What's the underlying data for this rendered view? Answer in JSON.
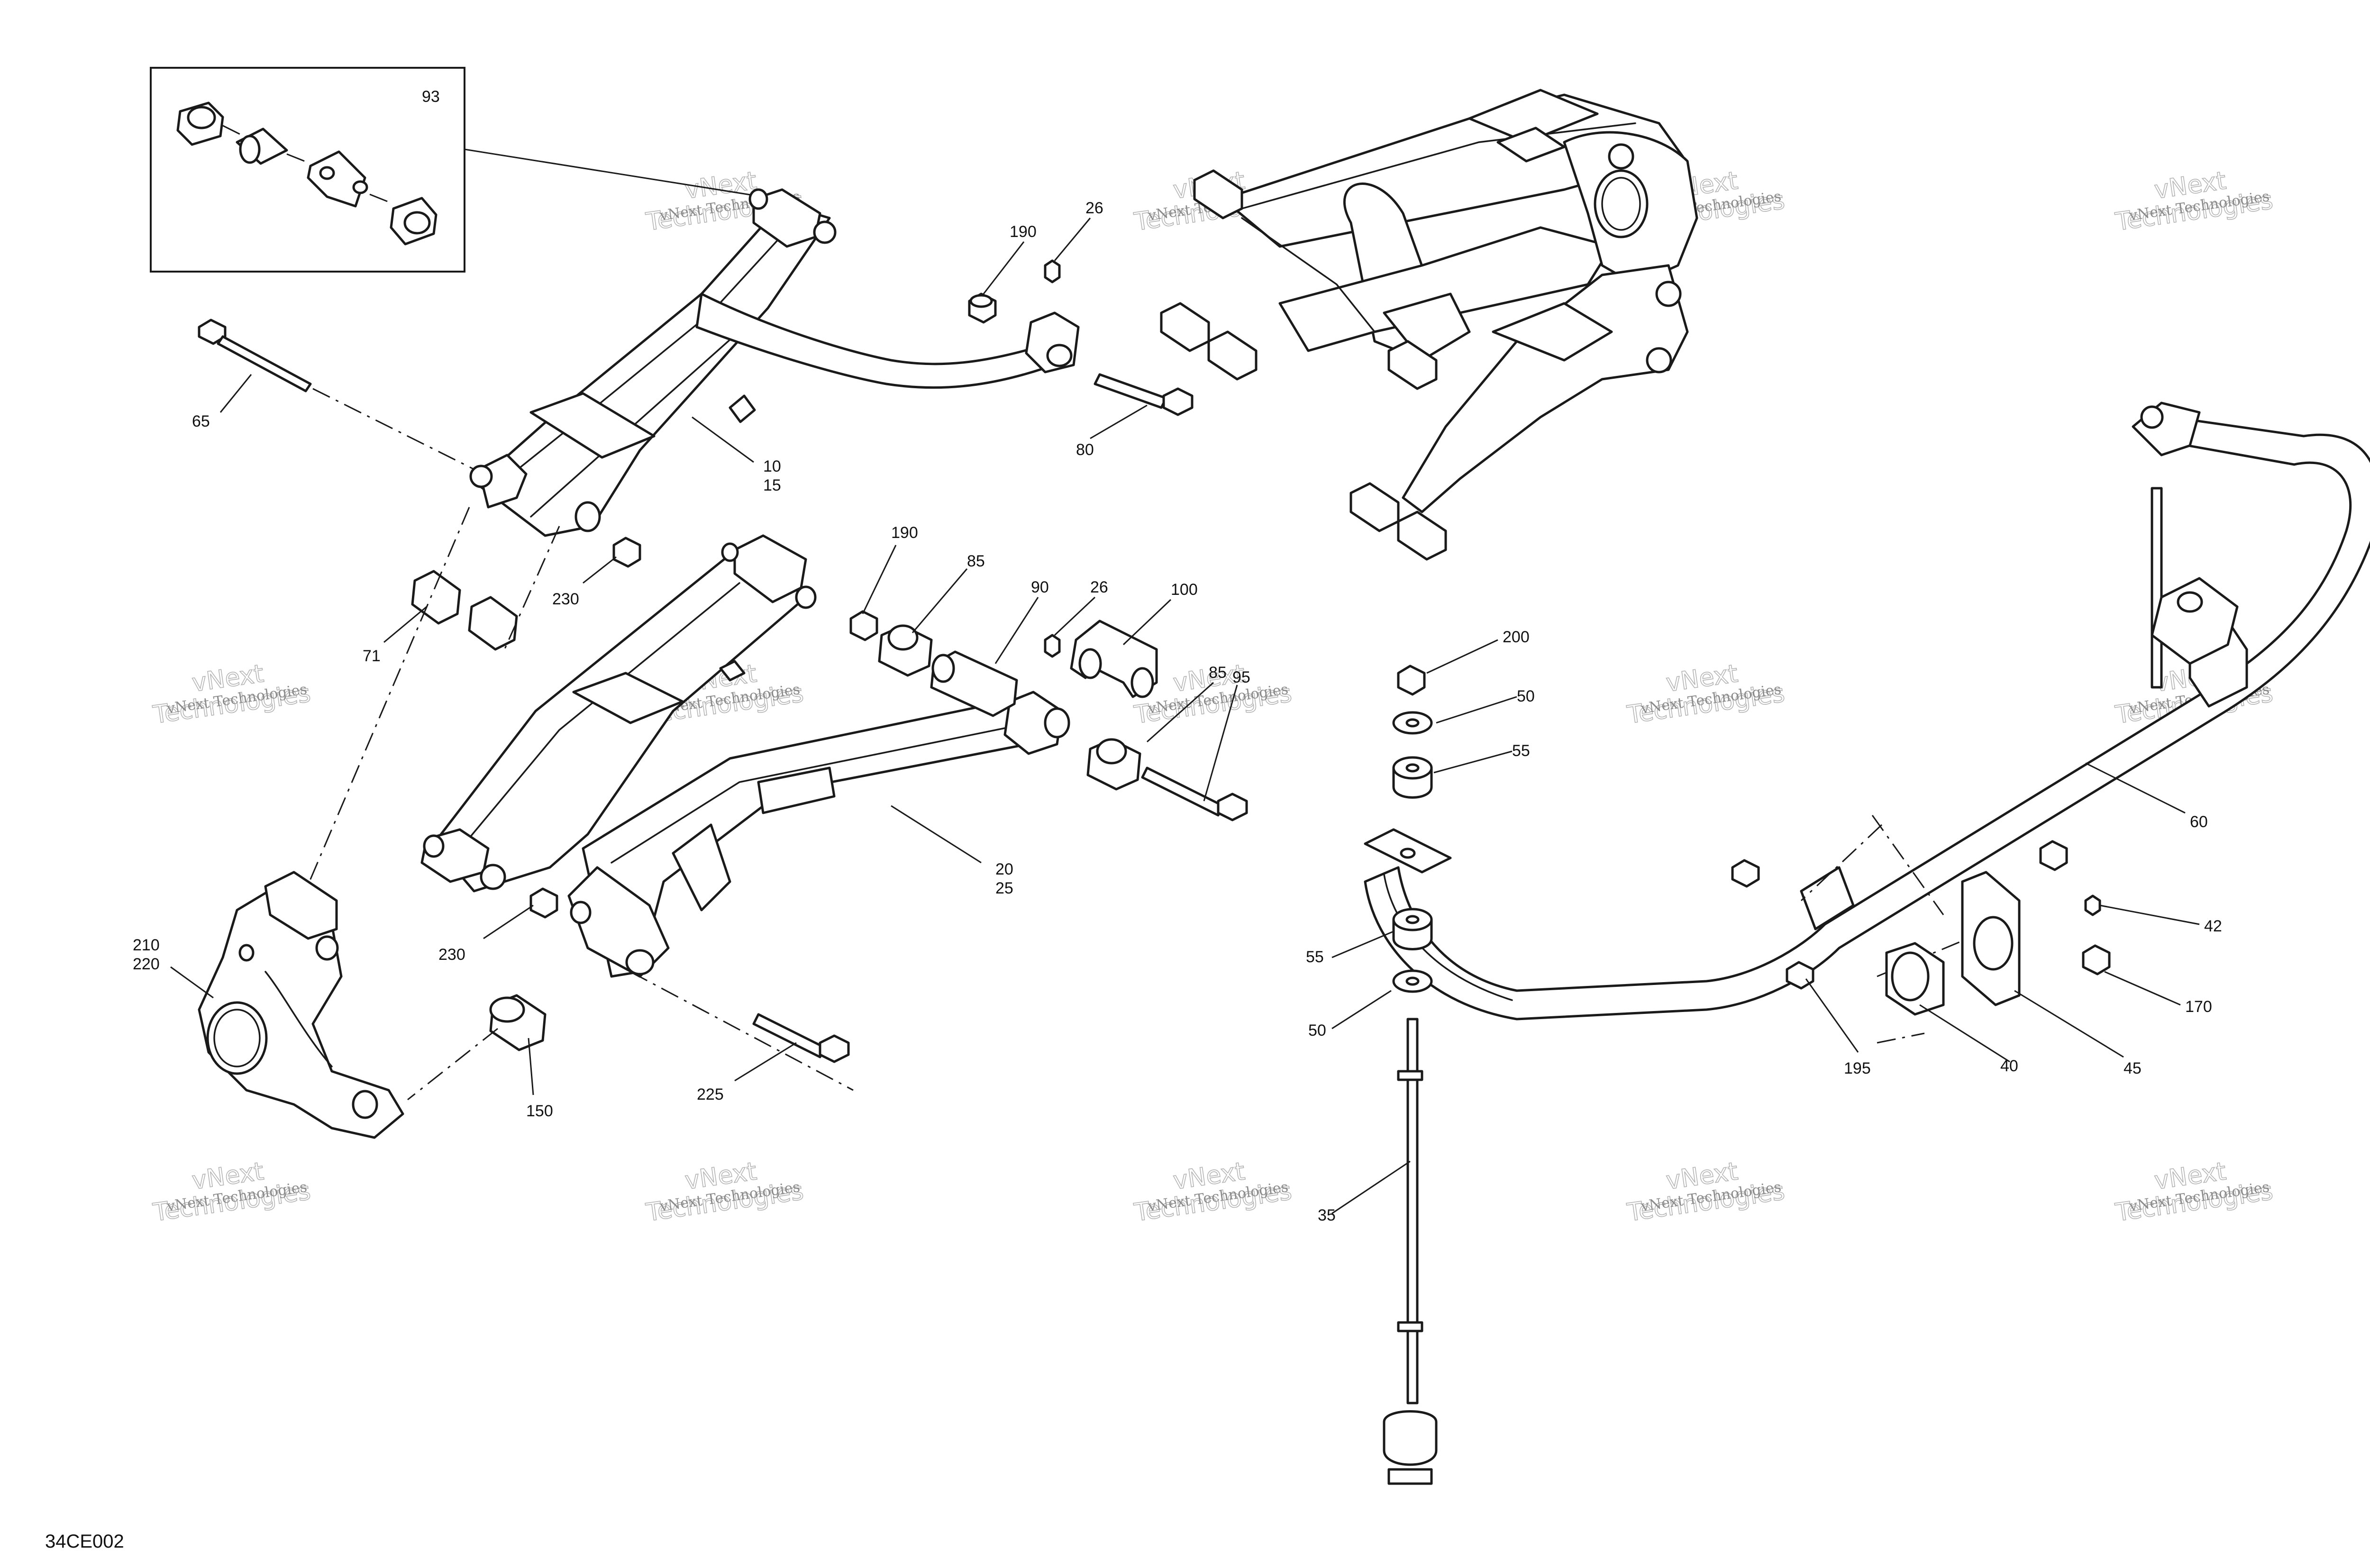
{
  "diagram": {
    "reference_code": "34CE002",
    "watermark": {
      "line1": "vNext Technologies",
      "line2": "vNext",
      "line3": "Technologies"
    },
    "callouts": [
      {
        "id": "c93",
        "label": "93"
      },
      {
        "id": "c190a",
        "label": "190"
      },
      {
        "id": "c26a",
        "label": "26"
      },
      {
        "id": "c65",
        "label": "65"
      },
      {
        "id": "c10",
        "label": "10"
      },
      {
        "id": "c15",
        "label": "15"
      },
      {
        "id": "c80",
        "label": "80"
      },
      {
        "id": "c230a",
        "label": "230"
      },
      {
        "id": "c71",
        "label": "71"
      },
      {
        "id": "c190b",
        "label": "190"
      },
      {
        "id": "c85a",
        "label": "85"
      },
      {
        "id": "c90",
        "label": "90"
      },
      {
        "id": "c26b",
        "label": "26"
      },
      {
        "id": "c100",
        "label": "100"
      },
      {
        "id": "c85b",
        "label": "85"
      },
      {
        "id": "c95",
        "label": "95"
      },
      {
        "id": "c20",
        "label": "20"
      },
      {
        "id": "c25",
        "label": "25"
      },
      {
        "id": "c230b",
        "label": "230"
      },
      {
        "id": "c210",
        "label": "210"
      },
      {
        "id": "c220",
        "label": "220"
      },
      {
        "id": "c150",
        "label": "150"
      },
      {
        "id": "c225",
        "label": "225"
      },
      {
        "id": "c200",
        "label": "200"
      },
      {
        "id": "c50a",
        "label": "50"
      },
      {
        "id": "c55a",
        "label": "55"
      },
      {
        "id": "c55b",
        "label": "55"
      },
      {
        "id": "c50b",
        "label": "50"
      },
      {
        "id": "c35",
        "label": "35"
      },
      {
        "id": "c60",
        "label": "60"
      },
      {
        "id": "c42",
        "label": "42"
      },
      {
        "id": "c170",
        "label": "170"
      },
      {
        "id": "c195",
        "label": "195"
      },
      {
        "id": "c40",
        "label": "40"
      },
      {
        "id": "c45",
        "label": "45"
      }
    ]
  }
}
